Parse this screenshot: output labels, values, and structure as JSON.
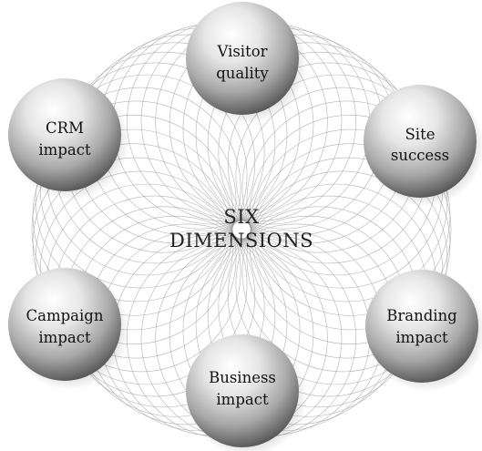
{
  "center": {
    "line1": "SIX",
    "line2": "DIMENSIONS"
  },
  "nodes": [
    {
      "id": "visitor-quality",
      "line1": "Visitor",
      "line2": "quality"
    },
    {
      "id": "site-success",
      "line1": "Site",
      "line2": "success"
    },
    {
      "id": "branding-impact",
      "line1": "Branding",
      "line2": "impact"
    },
    {
      "id": "business-impact",
      "line1": "Business",
      "line2": "impact"
    },
    {
      "id": "campaign-impact",
      "line1": "Campaign",
      "line2": "impact"
    },
    {
      "id": "crm-impact",
      "line1": "CRM",
      "line2": "impact"
    }
  ],
  "colors": {
    "pattern_line": "#9a9a9a",
    "sphere_highlight": "#ffffff",
    "sphere_mid": "#c9c9c9",
    "sphere_shadow": "#5a5a5a",
    "text": "#111111"
  }
}
